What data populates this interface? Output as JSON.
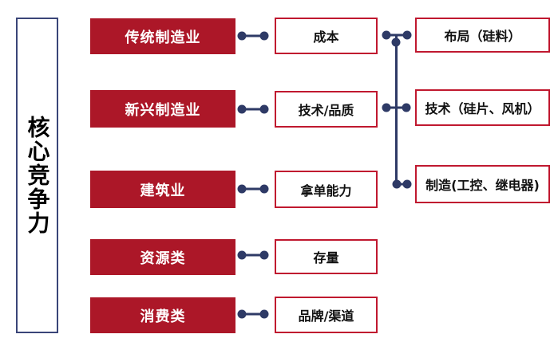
{
  "diagram": {
    "root_label": "核心竞争力",
    "categories": [
      {
        "label": "传统制造业",
        "competence": "成本"
      },
      {
        "label": "新兴制造业",
        "competence": "技术/品质"
      },
      {
        "label": "建筑业",
        "competence": "拿单能力"
      },
      {
        "label": "资源类",
        "competence": "存量"
      },
      {
        "label": "消费类",
        "competence": "品牌/渠道"
      }
    ],
    "details": [
      {
        "label": "布局（硅料）"
      },
      {
        "label": "技术（硅片、风机）"
      },
      {
        "label": "制造(工控、继电器)"
      }
    ]
  },
  "colors": {
    "background": "#FFFFFF",
    "red_fill": "#AC1728",
    "red_border": "#C0182F",
    "navy": "#2E3A66",
    "navy_border": "#3A4578",
    "text_dark": "#111111",
    "text_on_red": "#FFFFFF"
  }
}
